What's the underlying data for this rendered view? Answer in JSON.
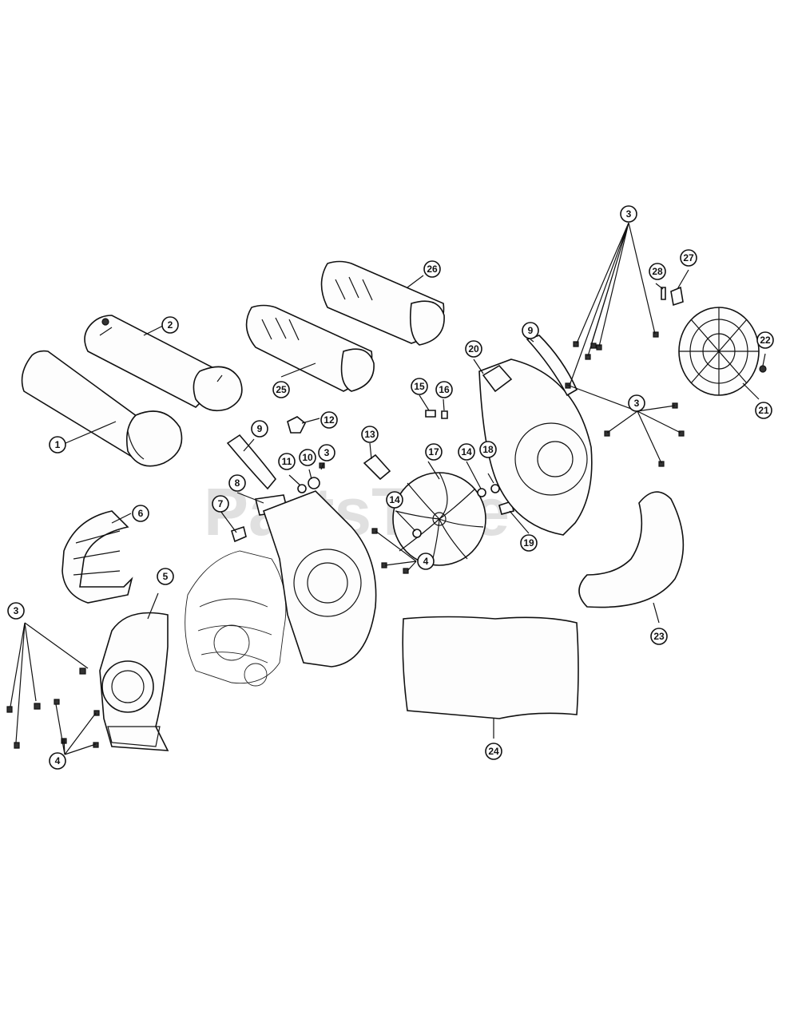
{
  "watermark": "PartsTree",
  "callouts": [
    "1",
    "2",
    "3",
    "4",
    "5",
    "6",
    "7",
    "8",
    "9",
    "10",
    "11",
    "12",
    "13",
    "14",
    "15",
    "16",
    "17",
    "18",
    "19",
    "20",
    "21",
    "22",
    "23",
    "24",
    "25",
    "26",
    "27",
    "28"
  ]
}
